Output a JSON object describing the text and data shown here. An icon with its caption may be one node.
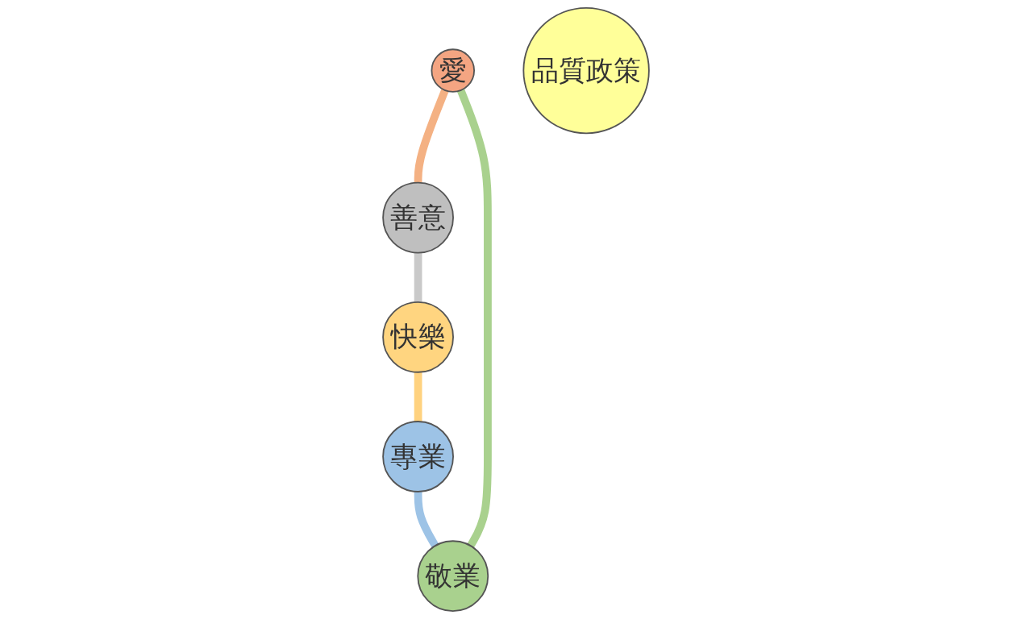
{
  "diagram": {
    "nodes": [
      {
        "text": [
          "愛"
        ]
      },
      {
        "text": [
          "敬業"
        ]
      },
      {
        "text": [
          "善意"
        ]
      },
      {
        "text": [
          "品質政策"
        ]
      },
      {
        "text": [
          "專業"
        ]
      },
      {
        "text": [
          "快樂"
        ]
      }
    ],
    "edges": [
      {
        "from": 0,
        "to": 2,
        "arrow": "none",
        "color": "#f4b183"
      },
      {
        "from": 2,
        "to": 5,
        "arrow": "none",
        "color": "#c9c9c9"
      },
      {
        "from": 5,
        "to": 4,
        "arrow": "none",
        "color": "#ffd27f"
      },
      {
        "from": 4,
        "to": 1,
        "arrow": "none",
        "color": "#9dc3e6"
      },
      {
        "from": 1,
        "to": 0,
        "arrow": "none",
        "color": "#a9d18e"
      }
    ]
  }
}
